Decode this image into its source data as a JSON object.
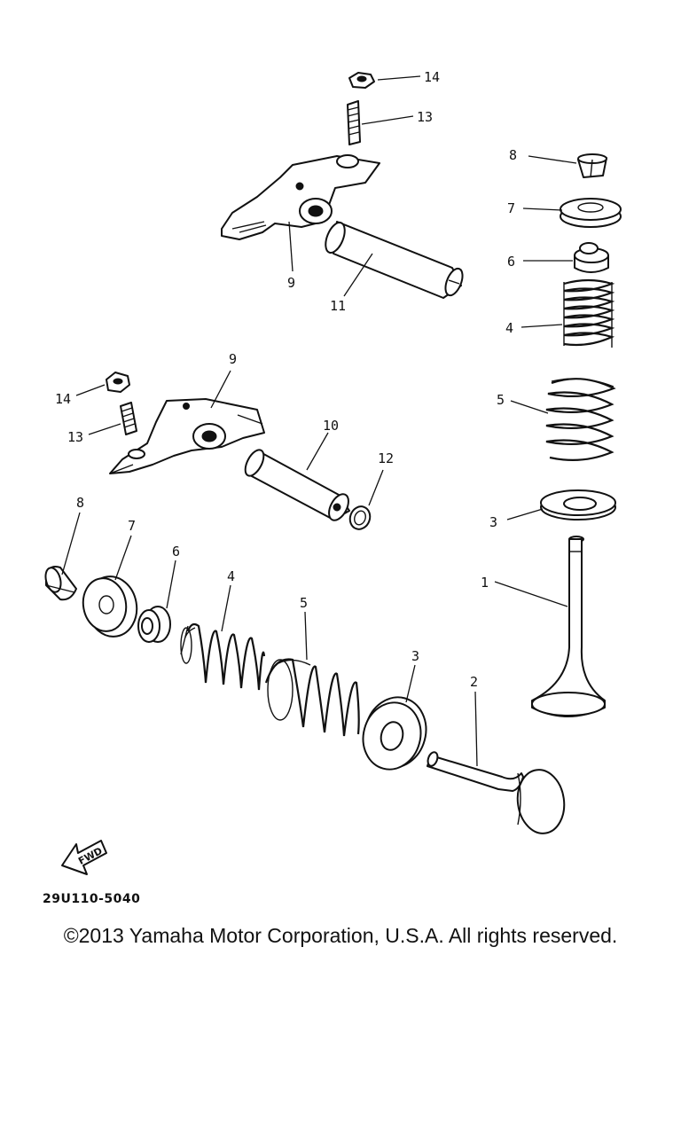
{
  "diagram": {
    "callouts": {
      "c1": "14",
      "c2": "13",
      "c3": "9",
      "c4": "11",
      "c5": "8",
      "c6": "7",
      "c7": "6",
      "c8": "4",
      "c9": "5",
      "c10": "3",
      "c11": "1",
      "c12": "9",
      "c13": "14",
      "c14": "13",
      "c15": "10",
      "c16": "12",
      "c17": "8",
      "c18": "7",
      "c19": "6",
      "c20": "4",
      "c21": "5",
      "c22": "3",
      "c23": "2"
    },
    "fwd_label": "FWD",
    "code": "29U110-5040"
  },
  "footer": {
    "copyright": "©2013 Yamaha Motor Corporation, U.S.A. All rights reserved."
  }
}
